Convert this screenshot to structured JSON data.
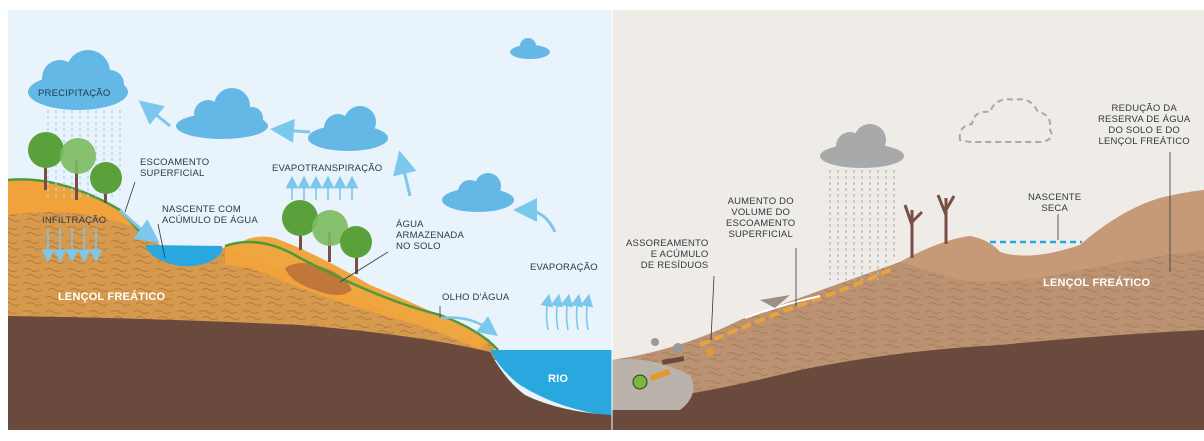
{
  "left_panel": {
    "labels": {
      "precipitation": "PRECIPITAÇÃO",
      "surface_runoff": "ESCOAMENTO\nSUPERFICIAL",
      "evapotranspiration": "EVAPOTRANSPIRAÇÃO",
      "infiltration": "INFILTRAÇÃO",
      "spring_water": "NASCENTE COM\nACÚMULO DE ÁGUA",
      "soil_water": "ÁGUA\nARMAZENADA\nNO SOLO",
      "water_table": "LENÇOL FREÁTICO",
      "water_eye": "OLHO D'ÁGUA",
      "evaporation": "EVAPORAÇÃO",
      "river": "RIO"
    }
  },
  "right_panel": {
    "labels": {
      "silting": "ASSOREAMENTO\nE ACÚMULO\nDE RESÍDUOS",
      "runoff_increase": "AUMENTO DO\nVOLUME DO\nESCOAMENTO\nSUPERFICIAL",
      "dry_spring": "NASCENTE\nSECA",
      "reserve_reduction": "REDUÇÃO DA\nRESERVA DE ÁGUA\nDO SOLO E DO\nLENÇOL FREÁTICO",
      "water_table": "LENÇOL FREÁTICO"
    }
  },
  "colors": {
    "sky_left": "#e9f3fb",
    "sky_right": "#efece8",
    "bedrock": "#6b4a3e",
    "soil_orange": "#f2a23a",
    "soil_pattern": "#c98a3f",
    "water": "#29a8df",
    "arrow_blue": "#7cc7ec",
    "cloud_blue": "#64b8e6",
    "cloud_gray": "#a8a9ab",
    "tree_green": "#5aa13c",
    "dry_soil": "#b48a6a",
    "dead_tree": "#7a4e45"
  }
}
